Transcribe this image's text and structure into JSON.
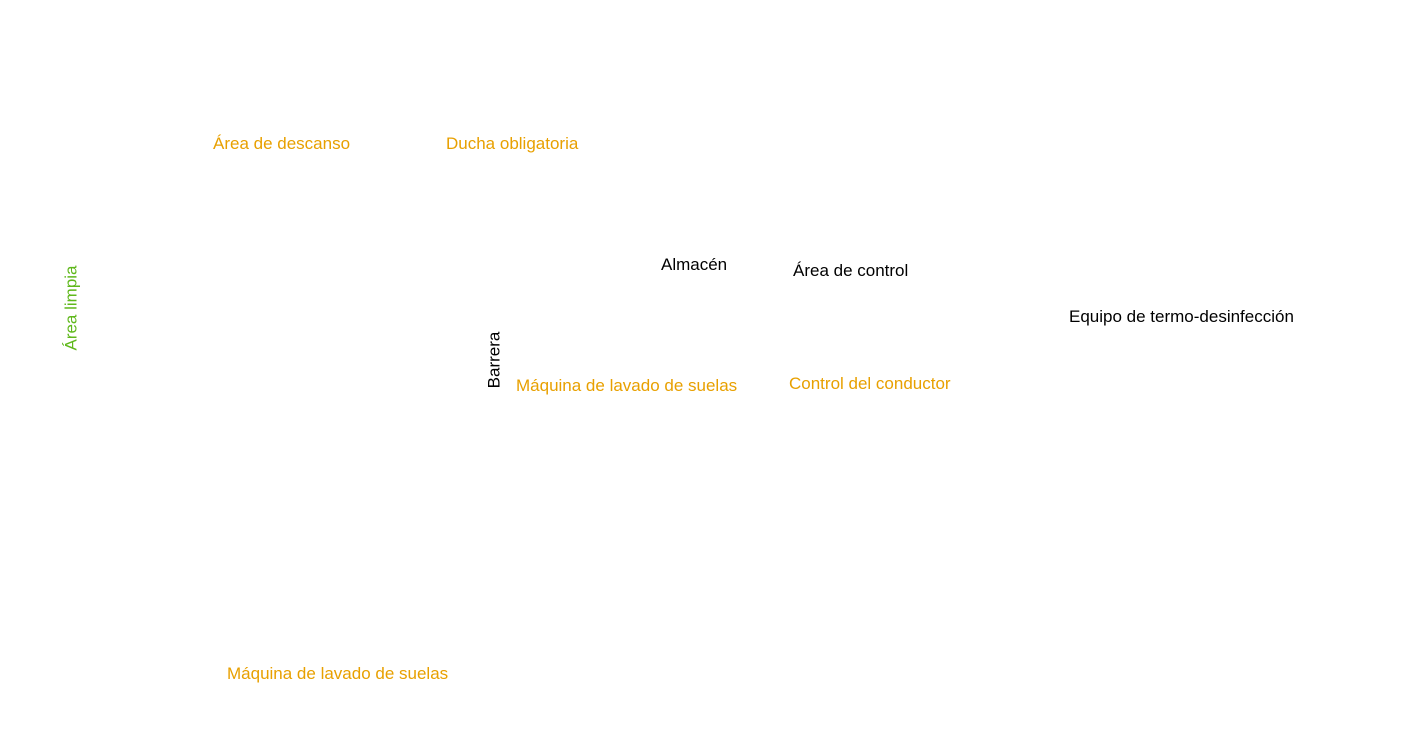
{
  "colors": {
    "accent": "#e8a000",
    "text": "#000000",
    "clean": "#5fb81b"
  },
  "labels": {
    "clean_area": "Área limpia",
    "rest_area": "Área de descanso",
    "mandatory_shower": "Ducha obligatoria",
    "warehouse": "Almacén",
    "control_area": "Área de control",
    "thermo_disinfection": "Equipo de termo-desinfección",
    "barrier": "Barrera",
    "sole_wash_machine_1": "Máquina de lavado de suelas",
    "driver_control": "Control del conductor",
    "sole_wash_machine_2": "Máquina de lavado de suelas"
  }
}
